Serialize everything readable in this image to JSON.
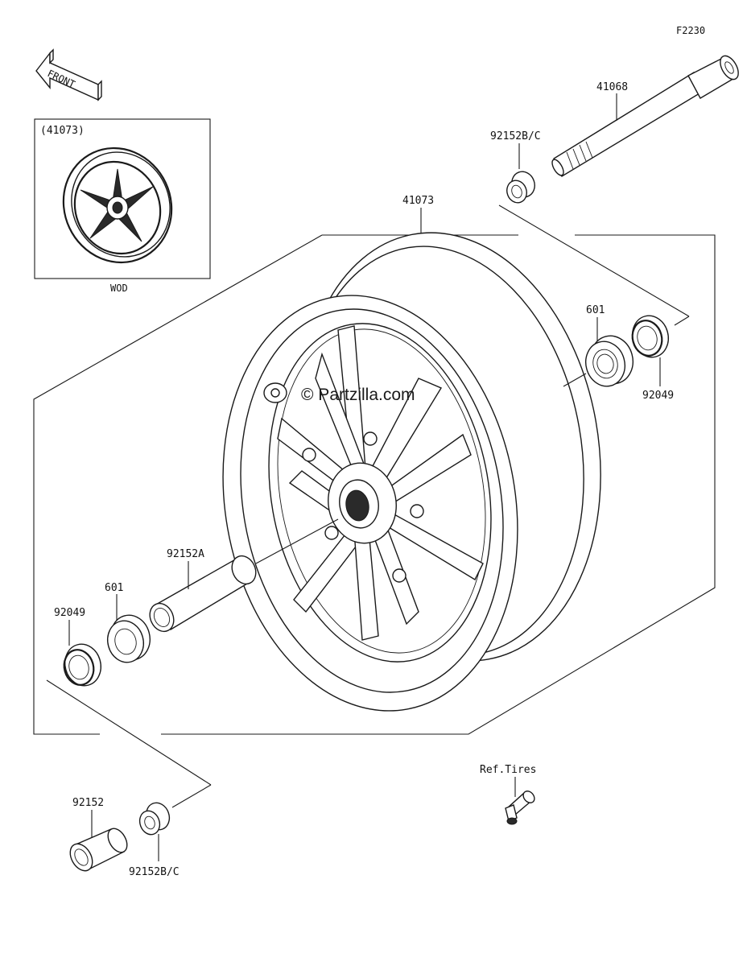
{
  "diagram": {
    "code": "F2230",
    "front_label": "FRONT",
    "watermark": "© Partzilla.com",
    "inset": {
      "part_ref": "(41073)",
      "caption": "WOD"
    },
    "parts": {
      "axle": "41068",
      "collar_top": "92152B/C",
      "wheel": "41073",
      "bearing_right": "601",
      "seal_right": "92049",
      "spacer": "92152A",
      "bearing_left": "601",
      "seal_left": "92049",
      "sleeve": "92152",
      "collar_bottom": "92152B/C",
      "valve_ref": "Ref.Tires"
    }
  }
}
